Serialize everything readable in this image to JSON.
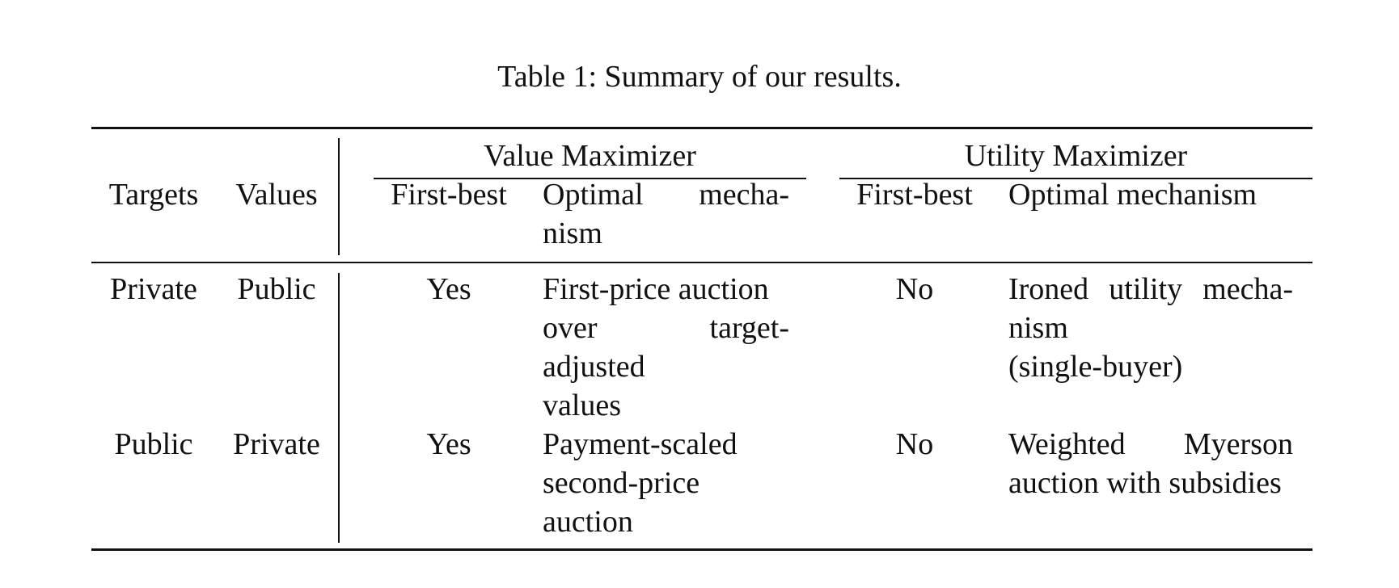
{
  "caption": "Table 1: Summary of our results.",
  "header": {
    "group_value": "Value Maximizer",
    "group_utility": "Utility Maximizer",
    "targets": "Targets",
    "values": "Values",
    "vm_first_best": "First-best",
    "vm_optimal_line1_a": "Optimal",
    "vm_optimal_line1_b": "mecha-",
    "vm_optimal_line2": "nism",
    "um_first_best": "First-best",
    "um_optimal": "Optimal mechanism"
  },
  "rows": [
    {
      "targets": "Private",
      "values": "Public",
      "vm_first_best": "Yes",
      "vm_mech_l1": "First-price auction",
      "vm_mech_l2_a": "over",
      "vm_mech_l2_b": "target-",
      "vm_mech_l3": "adjusted",
      "vm_mech_l4": "values",
      "um_first_best": "No",
      "um_mech_l1_a": "Ironed",
      "um_mech_l1_b": "utility",
      "um_mech_l1_c": "mecha-",
      "um_mech_l2": "nism",
      "um_mech_l3": "(single-buyer)"
    },
    {
      "targets": "Public",
      "values": "Private",
      "vm_first_best": "Yes",
      "vm_mech_l1": "Payment-scaled",
      "vm_mech_l2": "second-price",
      "vm_mech_l3": "auction",
      "um_first_best": "No",
      "um_mech_l1_a": "Weighted",
      "um_mech_l1_b": "Myerson",
      "um_mech_l2": "auction with subsidies"
    }
  ]
}
